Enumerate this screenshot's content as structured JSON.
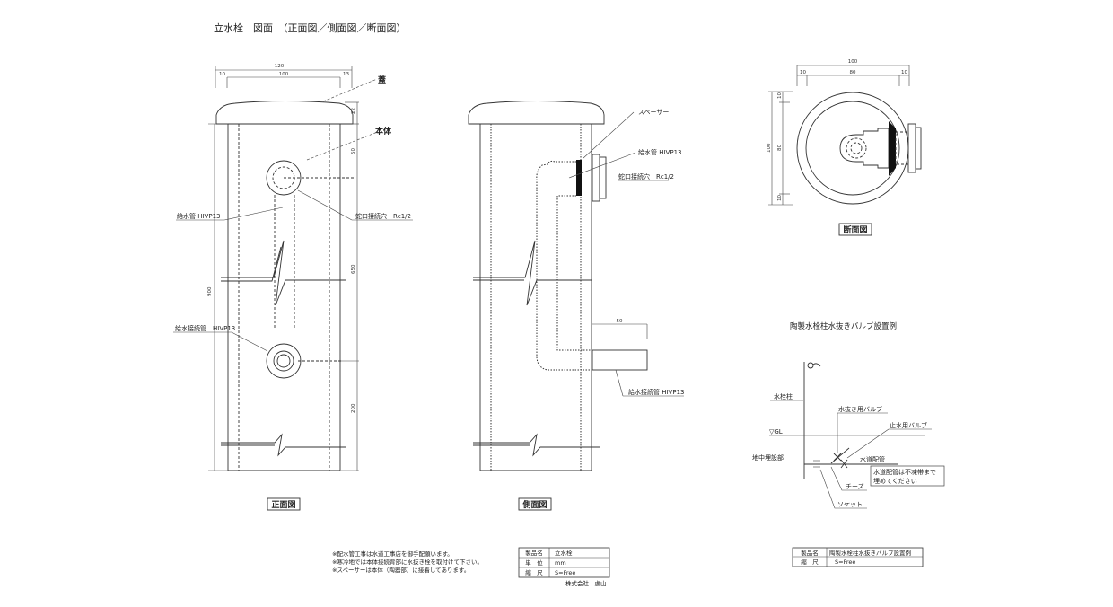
{
  "title": "立水栓　図面　（正面図／側面図／断面図）",
  "front_view": {
    "caption": "正面図",
    "dims": {
      "total_width": "120",
      "left_margin": "10",
      "inner_width": "100",
      "right_margin": "13",
      "cap_height": "22",
      "top_to_port": "50",
      "port_to_outlet": "650",
      "outlet_to_bottom": "200",
      "total_height": "900"
    },
    "labels": {
      "cap": "蓋",
      "body": "本体",
      "supply_pipe": "給水管 HIVP13",
      "faucet_hole": "蛇口接続穴　Rc1/2",
      "supply_connector": "給水接続管　HIVP13"
    }
  },
  "side_view": {
    "caption": "側面図",
    "dims": {
      "outlet_length": "50"
    },
    "labels": {
      "spacer": "スペーサー",
      "supply_pipe": "給水管 HIVP13",
      "faucet_hole": "蛇口接続穴　Rc1/2",
      "supply_connector": "給水接続管 HIVP13"
    }
  },
  "section_view": {
    "caption": "断面図",
    "dims": {
      "total_width": "100",
      "left_margin": "10",
      "inner_width": "80",
      "right_margin": "10",
      "total_height": "100",
      "top_margin": "10",
      "inner_height": "80",
      "bottom_margin": "10"
    }
  },
  "valve_example": {
    "title": "陶製水栓柱水抜きバルブ設置例",
    "labels": {
      "post": "水栓柱",
      "gl": "▽GL",
      "buried": "地中埋設部",
      "drain_valve": "水抜き用バルブ",
      "stop_valve": "止水用バルブ",
      "water_pipe": "水道配管",
      "tee": "チーズ",
      "socket": "ソケット"
    },
    "callout": [
      "水道配管は不凍帯まで",
      "埋めてください"
    ]
  },
  "notes": [
    "※配水管工事は水道工事店を御手配願います。",
    "※寒冷地では本体接続背部に水抜き栓を取付けて下さい。",
    "※スペーサーは本体（陶器部）に接着してあります。"
  ],
  "spec_table_main": {
    "rows": [
      {
        "key": "製品名",
        "value": "立水栓"
      },
      {
        "key": "単　位",
        "value": "mm"
      },
      {
        "key": "縮　尺",
        "value": "S=Free"
      }
    ],
    "company": "株式会社　虔山"
  },
  "spec_table_valve": {
    "rows": [
      {
        "key": "製品名",
        "value": "陶製水栓柱水抜きバルブ設置例"
      },
      {
        "key": "縮　尺",
        "value": "S=Free"
      }
    ]
  }
}
